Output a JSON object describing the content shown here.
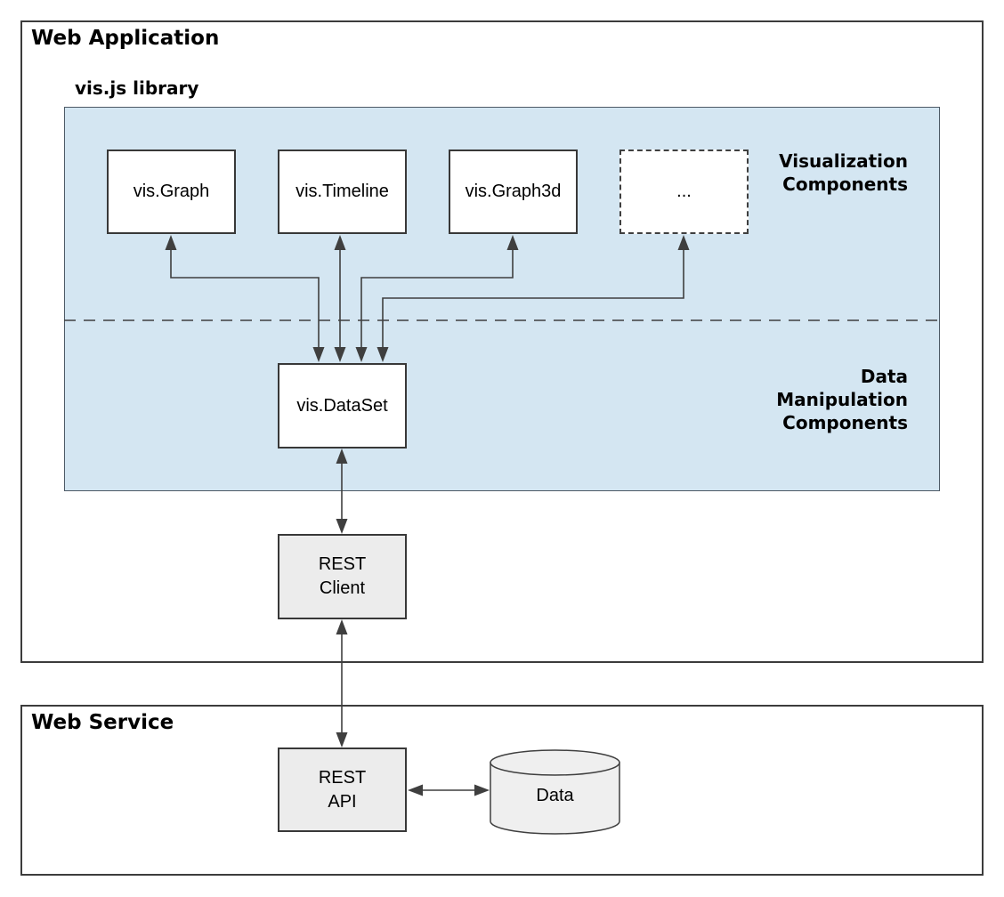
{
  "palette": {
    "panel_blue": "#d4e6f2",
    "node_gray": "#ececec",
    "node_white": "#ffffff",
    "line_color": "#3f3f3f",
    "text_color": "#000000"
  },
  "web_application": {
    "title": "Web Application",
    "library": {
      "title": "vis.js library",
      "visualization_components": {
        "label": "Visualization\nComponents",
        "nodes": [
          {
            "label": "vis.Graph"
          },
          {
            "label": "vis.Timeline"
          },
          {
            "label": "vis.Graph3d"
          },
          {
            "label": "..."
          }
        ]
      },
      "data_manipulation_components": {
        "label": "Data\nManipulation\nComponents",
        "nodes": [
          {
            "label": "vis.DataSet"
          }
        ]
      }
    },
    "rest_client": {
      "label": "REST\nClient"
    }
  },
  "web_service": {
    "title": "Web Service",
    "rest_api": {
      "label": "REST\nAPI"
    },
    "data_store": {
      "label": "Data"
    }
  }
}
